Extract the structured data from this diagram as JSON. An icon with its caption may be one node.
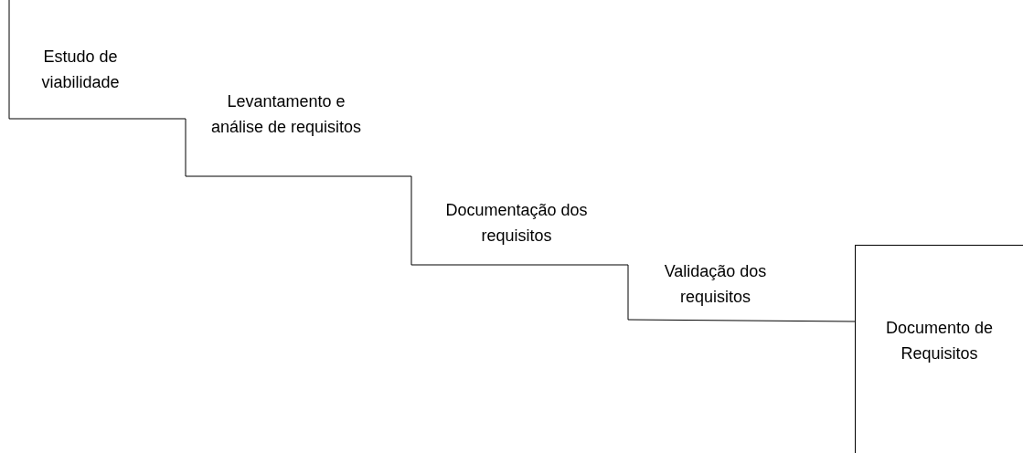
{
  "diagram": {
    "nodes": [
      {
        "text": [
          "Estudo de viabilidade"
        ]
      },
      {
        "text": [
          "Levantamento e análise de requisitos"
        ]
      },
      {
        "text": [
          "Documentação dos requisitos"
        ]
      },
      {
        "text": [
          "Validação dos requisitos"
        ]
      },
      {
        "text": [
          "Documento de Requisitos"
        ]
      }
    ]
  }
}
